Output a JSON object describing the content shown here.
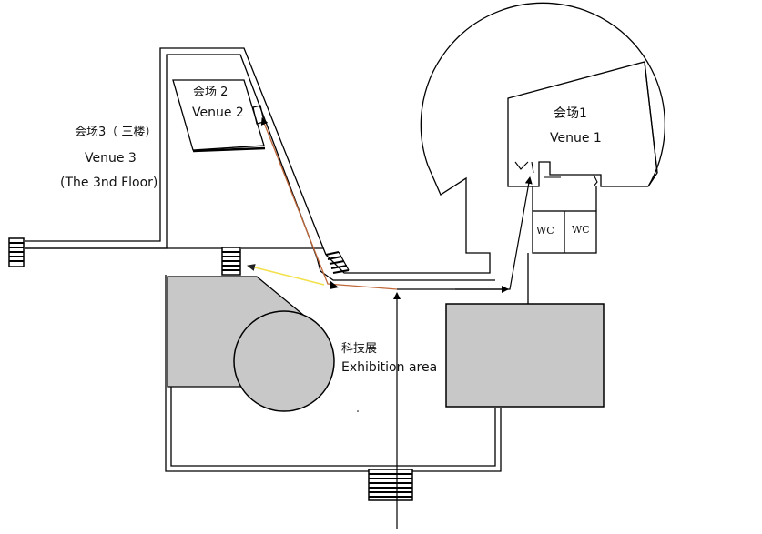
{
  "venue1": {
    "cn": "会场1",
    "en": "Venue 1"
  },
  "venue2": {
    "cn": "会场 2",
    "en": "Venue 2"
  },
  "venue3": {
    "cn": "会场3（ 三楼）",
    "en": "Venue 3",
    "floor": "(The 3nd Floor)"
  },
  "exhibition": {
    "cn": "科技展",
    "en": "Exhibition area"
  },
  "wc": [
    "WC",
    "WC"
  ],
  "colors": {
    "wall": "#000000",
    "block_fill": "#c8c8c8",
    "route_main": "#000000",
    "route_venue2": "#c0683a",
    "route_venue3": "#f2e14a",
    "stairs": "#000000"
  }
}
